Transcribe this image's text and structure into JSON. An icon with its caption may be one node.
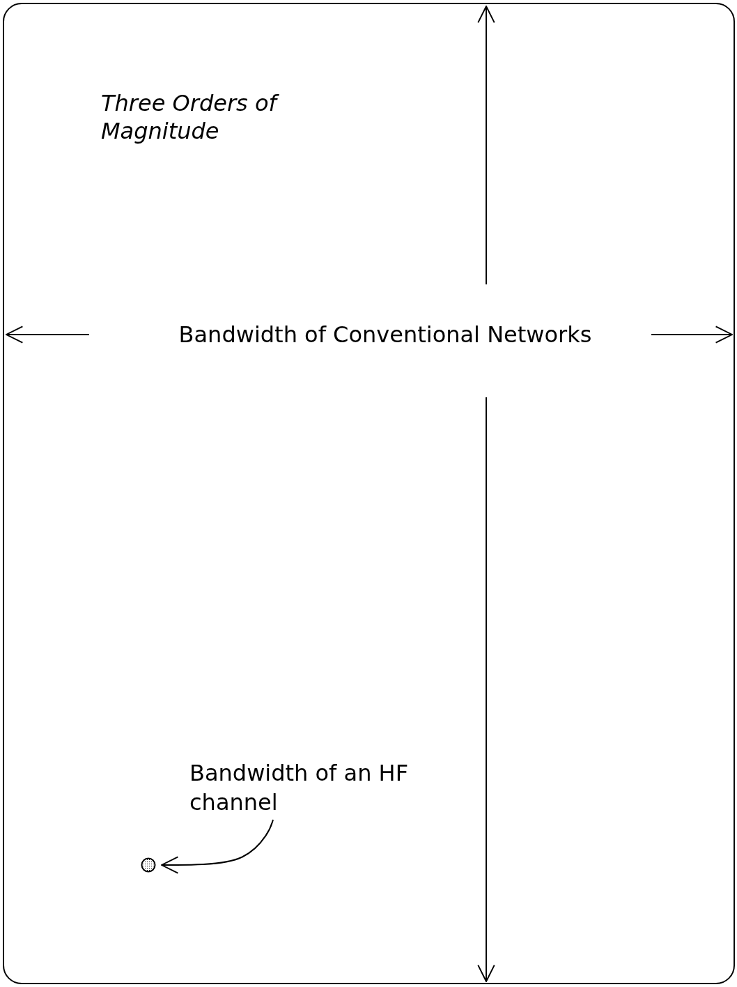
{
  "diagram": {
    "nodes": [
      {
        "text": [
          "Bandwidth of an HF channel"
        ]
      },
      {
        "text": [],
        "shape": "circle"
      }
    ],
    "edges": [
      {
        "from": 0,
        "to": 1,
        "arrow": "to"
      }
    ],
    "labels": [
      "Three Orders of Magnitude",
      "Bandwidth of Conventional Networks"
    ]
  }
}
